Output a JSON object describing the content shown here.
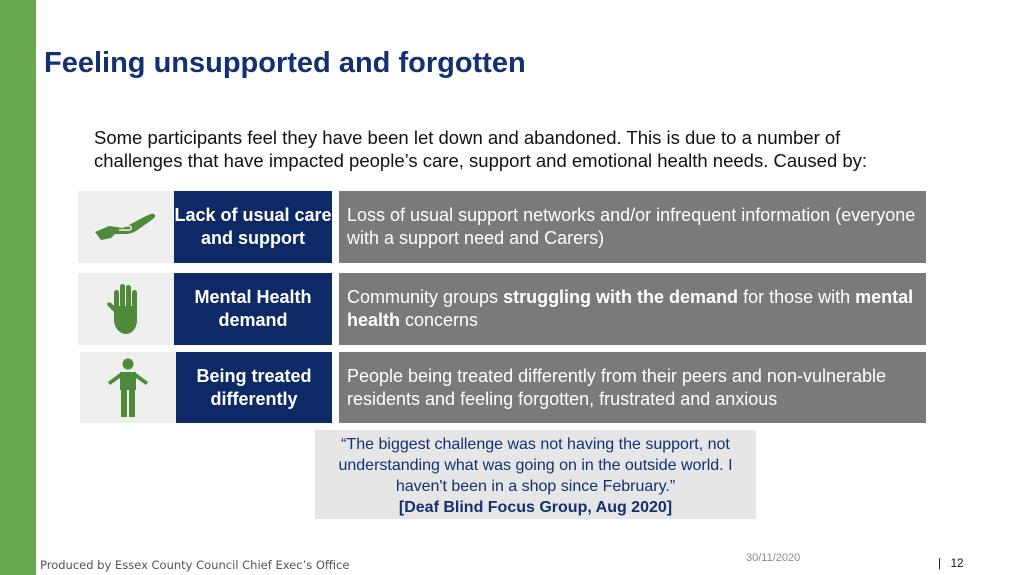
{
  "slide": {
    "title": "Feeling unsupported and forgotten",
    "intro": "Some participants feel they have been let down and abandoned.  This is due to a number of challenges that have impacted people’s care, support and emotional health needs.  Caused by:"
  },
  "rows": [
    {
      "icon": "helping-hand-icon",
      "label": "Lack of usual care and support",
      "description": [
        {
          "text": "Loss of usual support networks and/or infrequent information (everyone with a support need and Carers)",
          "bold": false
        }
      ]
    },
    {
      "icon": "raised-hand-icon",
      "label": "Mental Health demand",
      "description": [
        {
          "text": "Community groups ",
          "bold": false
        },
        {
          "text": "struggling with the demand",
          "bold": true
        },
        {
          "text": " for those with ",
          "bold": false
        },
        {
          "text": "mental health",
          "bold": true
        },
        {
          "text": " concerns",
          "bold": false
        }
      ]
    },
    {
      "icon": "person-icon",
      "label": "Being treated differently",
      "description": [
        {
          "text": "People being treated differently from their peers and non-vulnerable residents and feeling forgotten, frustrated and anxious",
          "bold": false
        }
      ]
    }
  ],
  "quote": {
    "text": "“The biggest challenge was not having the support, not understanding what was going on in the outside world.  I haven't been in a shop since February.”",
    "source": "[Deaf Blind Focus Group, Aug 2020]"
  },
  "footer": {
    "producer": "Produced by Essex County Council Chief Exec’s Office",
    "date": "30/11/2020",
    "separator": "|",
    "page_number": "12"
  },
  "colors": {
    "accent_green": "#6aa84f",
    "navy": "#0e2a66",
    "grey_panel": "#7a7a7a",
    "icon_green": "#4f8a3a"
  }
}
